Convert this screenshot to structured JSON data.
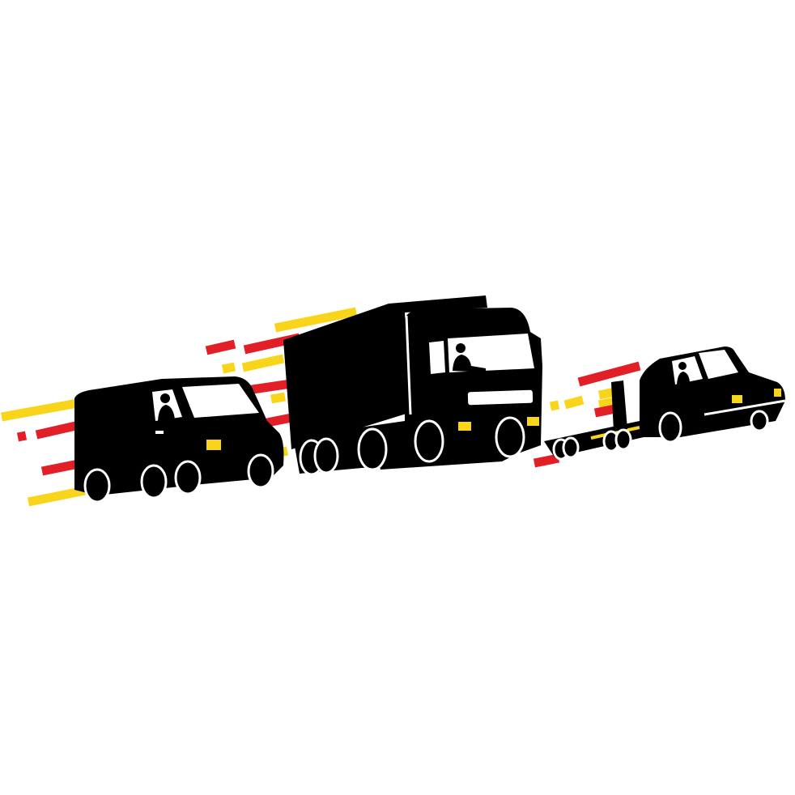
{
  "logo": {
    "subject": "vehicles-convoy",
    "colors": {
      "body": "#000000",
      "streak_yellow": "#f8d51a",
      "streak_red": "#e21f26",
      "window": "#ffffff",
      "light": "#f8d51a",
      "background": "#ffffff"
    },
    "vehicles": [
      "van",
      "box-truck",
      "tow-trailer-car"
    ]
  }
}
